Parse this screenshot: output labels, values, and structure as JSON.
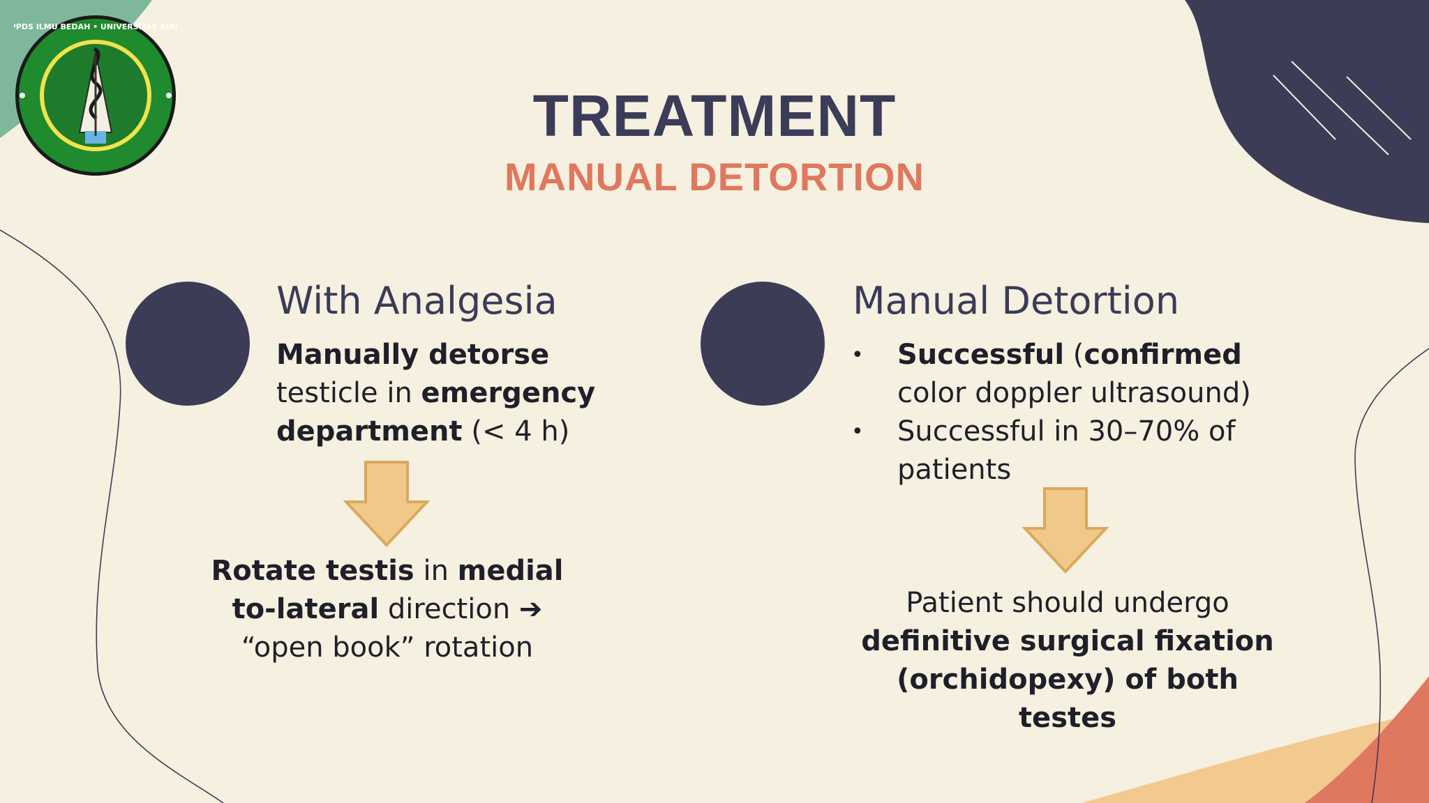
{
  "slide": {
    "logo": {
      "ring_text": "PPDS ILMU BEDAH • UNIVERSITAS RIAU"
    },
    "title": "TREATMENT",
    "subtitle": "MANUAL DETORTION"
  },
  "left": {
    "heading": "With Analgesia",
    "para": {
      "b1": "Manually detorse",
      "t1": " testicle in ",
      "b2": "emergency department",
      "t2": " (< 4 h)"
    },
    "result": {
      "b1": "Rotate testis",
      "t1": " in ",
      "b2": "medial to-lateral",
      "t2": " direction ",
      "arrow": "➔",
      "t3": " “open book” rotation"
    }
  },
  "right": {
    "heading": "Manual Detortion",
    "bullets": [
      {
        "bullet": "•",
        "b1": "Successful",
        "t1": " (",
        "b2": "confirmed",
        "t2": " color doppler ultrasound)"
      },
      {
        "bullet": "•",
        "t1": "Successful in 30–70% of patients"
      }
    ],
    "result": {
      "t1": "Patient should undergo",
      "b1": "definitive surgical fixation (orchidopexy) of both testes"
    }
  },
  "colors": {
    "background": "#f5f0df",
    "navy": "#3d3c57",
    "coral": "#e0775f",
    "green": "#7fb79b",
    "arrow_fill": "#f0c98a",
    "arrow_stroke": "#d9a85e",
    "peach": "#f2c98f"
  },
  "icons": {
    "logo": "university-seal-icon",
    "arrow": "down-arrow-icon"
  }
}
